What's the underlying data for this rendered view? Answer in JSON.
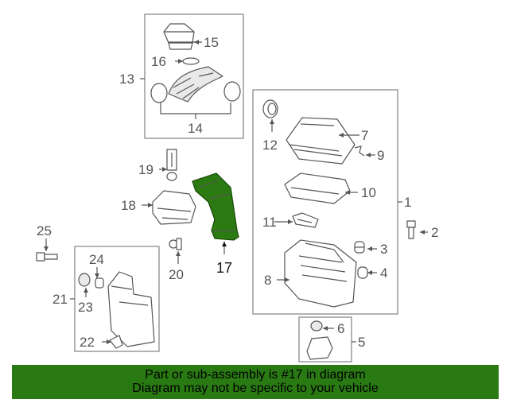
{
  "diagram": {
    "highlight_color": "#2a7a14",
    "highlighted_part": "17",
    "labels": {
      "p1": "1",
      "p2": "2",
      "p3": "3",
      "p4": "4",
      "p5": "5",
      "p6": "6",
      "p7": "7",
      "p8": "8",
      "p9": "9",
      "p10": "10",
      "p11": "11",
      "p12": "12",
      "p13": "13",
      "p14": "14",
      "p15": "15",
      "p16": "16",
      "p17": "17",
      "p18": "18",
      "p19": "19",
      "p20": "20",
      "p21": "21",
      "p22": "22",
      "p23": "23",
      "p24": "24",
      "p25": "25"
    }
  },
  "banner": {
    "line1": "Part or sub-assembly is #17 in diagram",
    "line2": "Diagram may not be specific to your vehicle"
  }
}
